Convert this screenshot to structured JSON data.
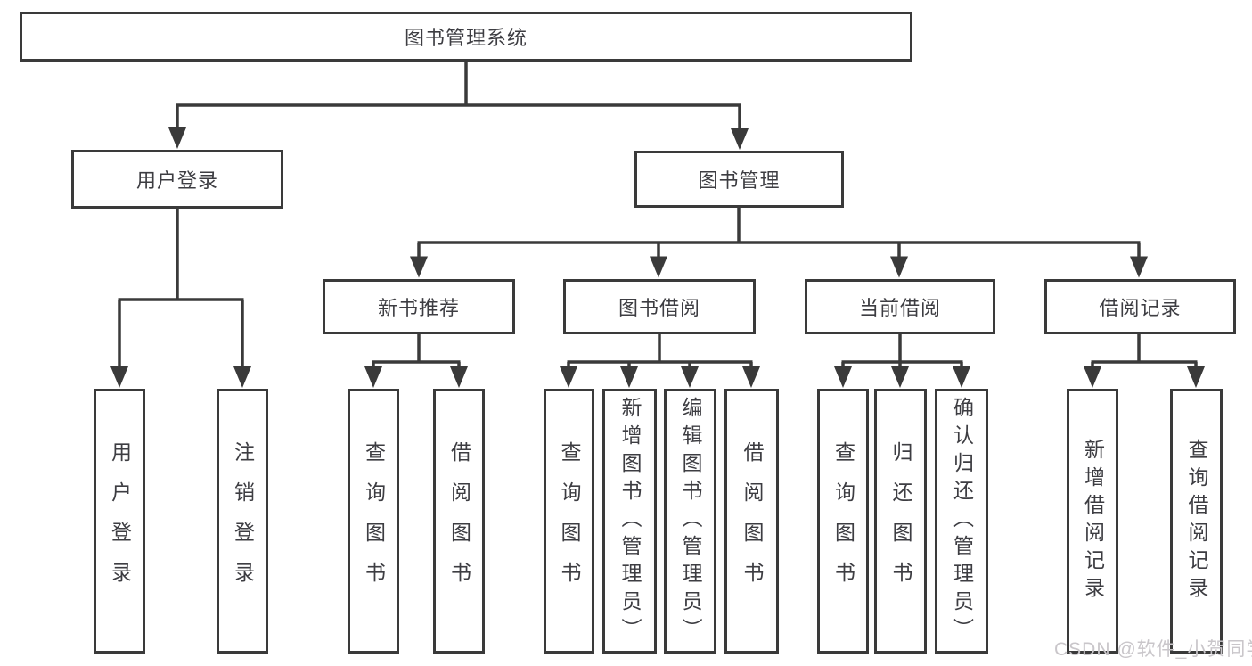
{
  "diagram": {
    "root": {
      "label": "图书管理系统"
    },
    "level2": [
      "用户登录",
      "图书管理"
    ],
    "level3": [
      "新书推荐",
      "图书借阅",
      "当前借阅",
      "借阅记录"
    ],
    "leaves": {
      "user_login": [
        "用户登录",
        "注销登录"
      ],
      "new_book_recommend": [
        "查询图书",
        "借阅图书"
      ],
      "book_borrow": [
        "查询图书",
        "新增图书（管理员）",
        "编辑图书（管理员）",
        "借阅图书"
      ],
      "current_borrow": [
        "查询图书",
        "归还图书",
        "确认归还（管理员）"
      ],
      "borrow_records": [
        "新增借阅记录",
        "查询借阅记录"
      ]
    },
    "watermark": "CSDN @软件_小贺同学",
    "colors": {
      "line": "#3a3a3a",
      "text": "#3d3d42",
      "watermark": "#c9c6ca",
      "background": "#ffffff"
    }
  }
}
